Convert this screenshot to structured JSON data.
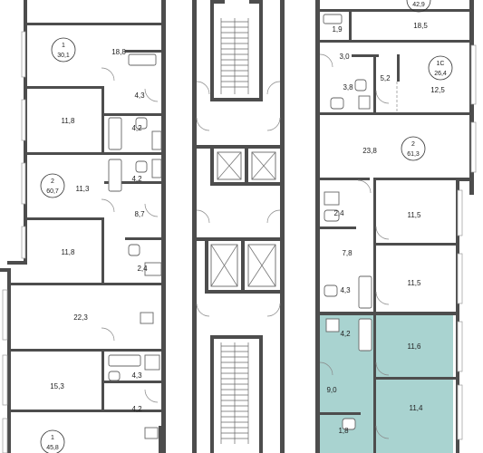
{
  "colors": {
    "highlight": "#a9d3d0",
    "wall": "#4d4d4d",
    "background": "#ffffff"
  },
  "apartments": [
    {
      "id": "apt-1-top-left",
      "rooms": "1",
      "area": "30,1"
    },
    {
      "id": "apt-2-left",
      "rooms": "2",
      "area": "60,7"
    },
    {
      "id": "apt-1-bottom-left",
      "rooms": "1",
      "area": "45,8"
    },
    {
      "id": "apt-top-right",
      "rooms": "",
      "area": "42,9"
    },
    {
      "id": "apt-1c-right",
      "rooms": "1С",
      "area": "26,4"
    },
    {
      "id": "apt-2-right",
      "rooms": "2",
      "area": "61,3"
    }
  ],
  "rooms_left": [
    {
      "area": "18,8"
    },
    {
      "area": "4,3"
    },
    {
      "area": "11,8"
    },
    {
      "area": "4,2"
    },
    {
      "area": "11,3"
    },
    {
      "area": "4,2"
    },
    {
      "area": "8,7"
    },
    {
      "area": "11,8"
    },
    {
      "area": "2,4"
    },
    {
      "area": "22,3"
    },
    {
      "area": "15,3"
    },
    {
      "area": "4,3"
    },
    {
      "area": "4,2"
    }
  ],
  "rooms_right": [
    {
      "area": "1,9"
    },
    {
      "area": "18,5"
    },
    {
      "area": "3,0"
    },
    {
      "area": "5,2"
    },
    {
      "area": "3,8"
    },
    {
      "area": "12,5"
    },
    {
      "area": "23,8"
    },
    {
      "area": "2,4"
    },
    {
      "area": "11,5"
    },
    {
      "area": "7,8"
    },
    {
      "area": "11,5"
    },
    {
      "area": "4,3"
    }
  ],
  "rooms_highlighted": [
    {
      "area": "4,2"
    },
    {
      "area": "11,6"
    },
    {
      "area": "9,0"
    },
    {
      "area": "11,4"
    },
    {
      "area": "1,8"
    }
  ]
}
